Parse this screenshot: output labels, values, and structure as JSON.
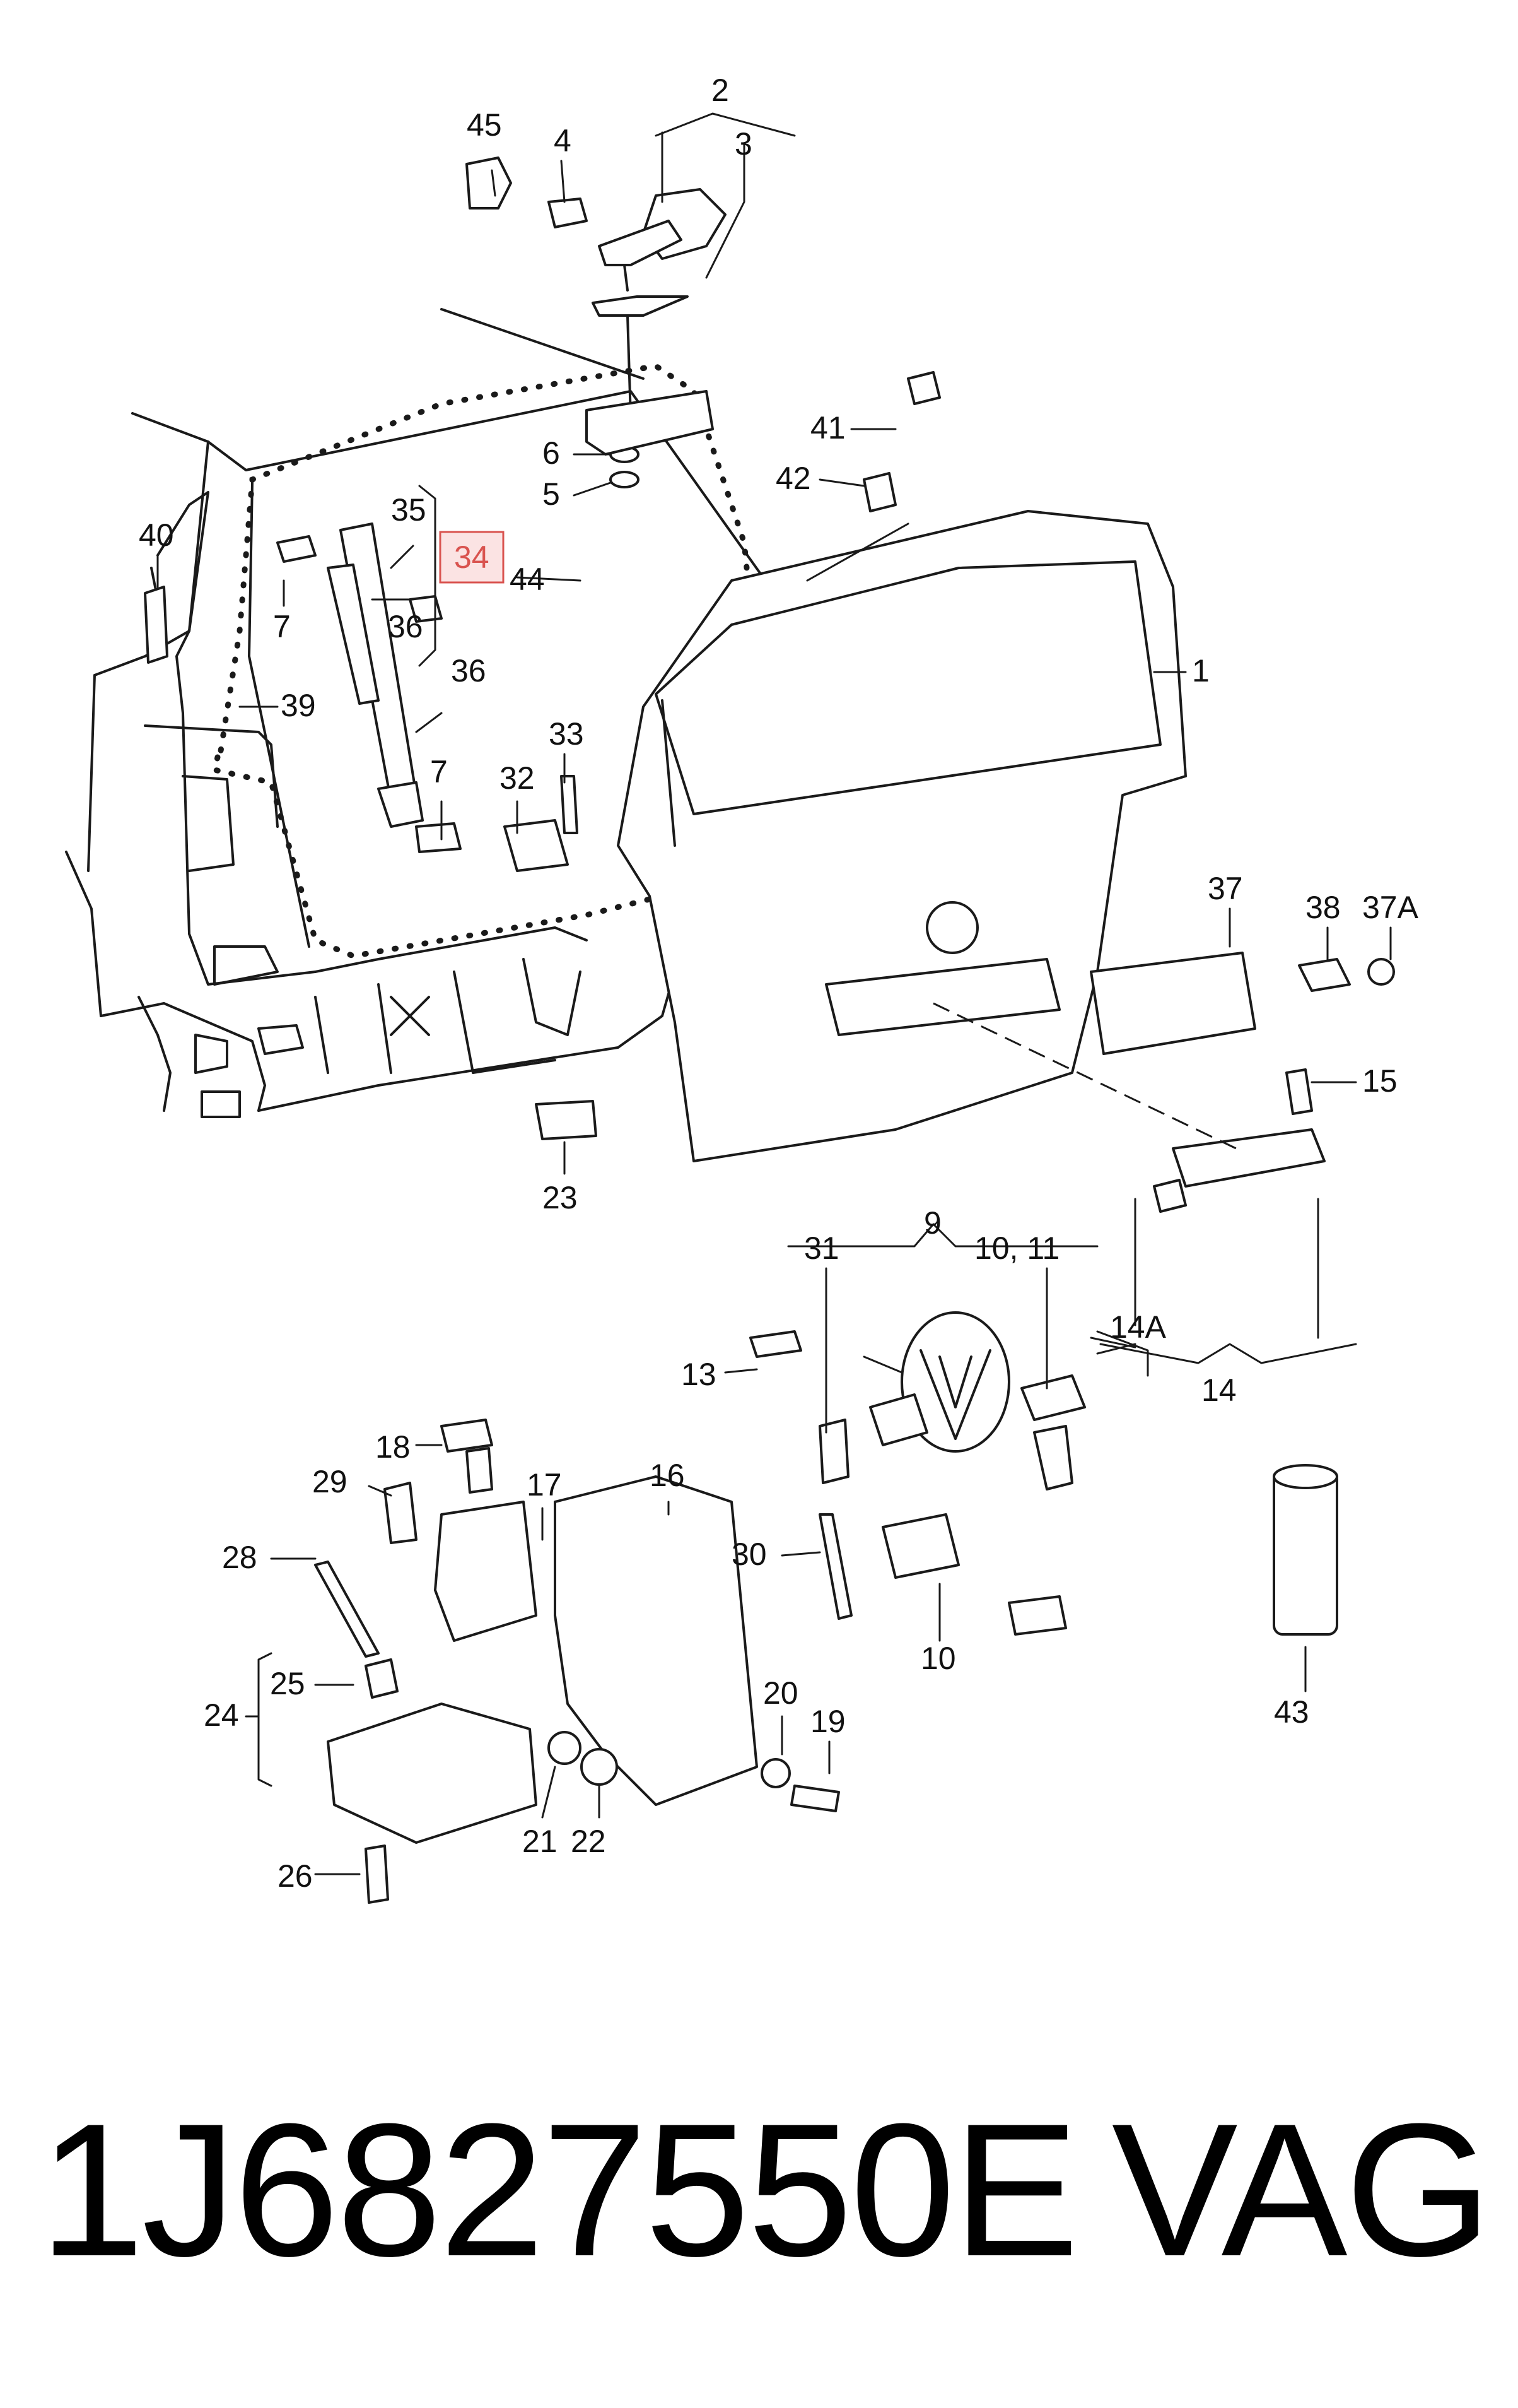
{
  "callouts": [
    {
      "id": "c45",
      "text": "45"
    },
    {
      "id": "c4",
      "text": "4"
    },
    {
      "id": "c2",
      "text": "2"
    },
    {
      "id": "c3",
      "text": "3"
    },
    {
      "id": "c41",
      "text": "41"
    },
    {
      "id": "c42",
      "text": "42"
    },
    {
      "id": "c6",
      "text": "6"
    },
    {
      "id": "c5",
      "text": "5"
    },
    {
      "id": "c40",
      "text": "40"
    },
    {
      "id": "c35",
      "text": "35"
    },
    {
      "id": "c34",
      "text": "34"
    },
    {
      "id": "c44",
      "text": "44"
    },
    {
      "id": "c7a",
      "text": "7"
    },
    {
      "id": "c36a",
      "text": "36"
    },
    {
      "id": "c1",
      "text": "1"
    },
    {
      "id": "c36b",
      "text": "36"
    },
    {
      "id": "c39",
      "text": "39"
    },
    {
      "id": "c33",
      "text": "33"
    },
    {
      "id": "c32",
      "text": "32"
    },
    {
      "id": "c7b",
      "text": "7"
    },
    {
      "id": "c37",
      "text": "37"
    },
    {
      "id": "c38",
      "text": "38"
    },
    {
      "id": "c37A",
      "text": "37A"
    },
    {
      "id": "c15",
      "text": "15"
    },
    {
      "id": "c23",
      "text": "23"
    },
    {
      "id": "c9",
      "text": "9"
    },
    {
      "id": "c31",
      "text": "31"
    },
    {
      "id": "c1011",
      "text": "10, 11"
    },
    {
      "id": "c14A",
      "text": "14A"
    },
    {
      "id": "c14",
      "text": "14"
    },
    {
      "id": "c13",
      "text": "13"
    },
    {
      "id": "c18",
      "text": "18"
    },
    {
      "id": "c29",
      "text": "29"
    },
    {
      "id": "c17",
      "text": "17"
    },
    {
      "id": "c16",
      "text": "16"
    },
    {
      "id": "c28",
      "text": "28"
    },
    {
      "id": "c30",
      "text": "30"
    },
    {
      "id": "c10",
      "text": "10"
    },
    {
      "id": "c43",
      "text": "43"
    },
    {
      "id": "c25",
      "text": "25"
    },
    {
      "id": "c24",
      "text": "24"
    },
    {
      "id": "c20",
      "text": "20"
    },
    {
      "id": "c19",
      "text": "19"
    },
    {
      "id": "c21",
      "text": "21"
    },
    {
      "id": "c22",
      "text": "22"
    },
    {
      "id": "c26",
      "text": "26"
    }
  ],
  "highlighted_part": "34",
  "colors": {
    "highlight": "#d9534f",
    "highlight_fill": "#fbe3e3",
    "line": "#1a1a1a"
  },
  "footer": {
    "part_number": "1J6827550E",
    "brand": "VAG"
  }
}
